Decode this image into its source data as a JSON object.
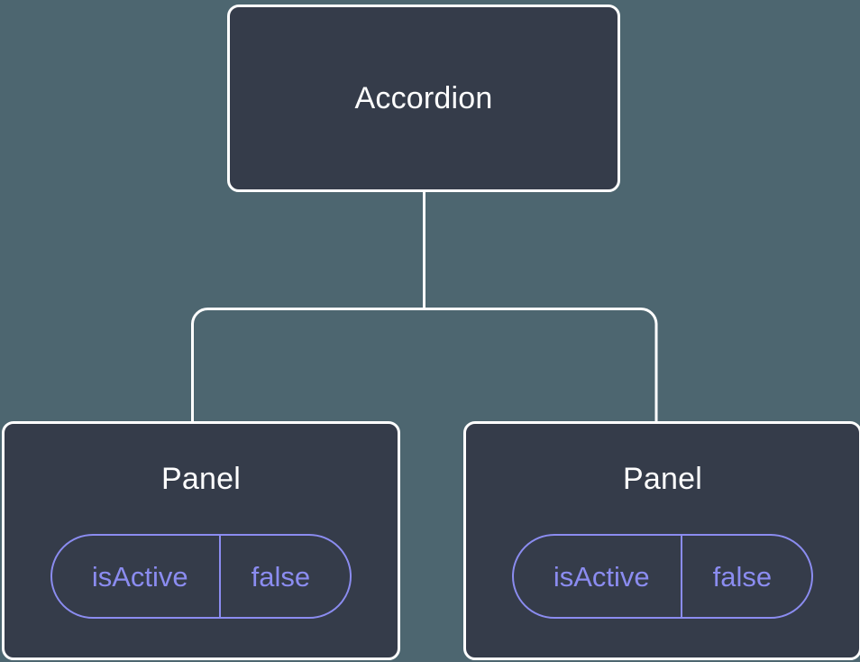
{
  "diagram": {
    "type": "component-tree",
    "background_color": "#4d6670",
    "node_fill_color": "#353c4a",
    "node_border_color": "#ffffff",
    "edge_color": "#ffffff",
    "accent_color": "#8b8cf0",
    "root": {
      "title": "Accordion"
    },
    "children": [
      {
        "title": "Panel",
        "props": [
          {
            "key": "isActive",
            "value": "false"
          }
        ]
      },
      {
        "title": "Panel",
        "props": [
          {
            "key": "isActive",
            "value": "false"
          }
        ]
      }
    ]
  }
}
